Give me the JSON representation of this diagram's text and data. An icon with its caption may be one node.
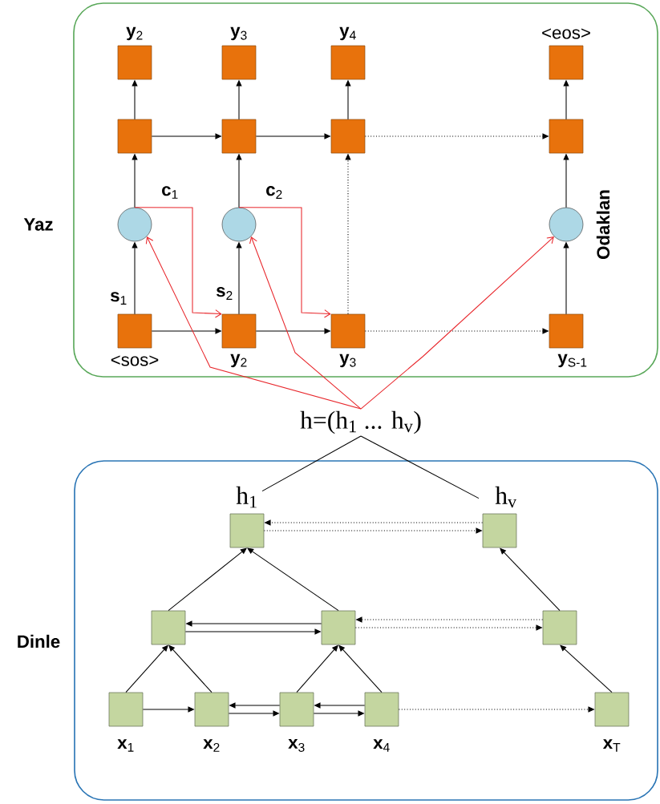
{
  "diagram": {
    "nodes": [
      {
        "text": [
          "Yaz"
        ]
      },
      {
        "text": [
          "Dinle"
        ]
      },
      {
        "text": [
          "**y**$_{2}$"
        ],
        "in": 0
      },
      {
        "text": [
          "**y**$_{3}$"
        ],
        "in": 0
      },
      {
        "text": [
          "**y**$_{4}$"
        ],
        "in": 0
      },
      {
        "text": [
          "<eos>"
        ],
        "in": 0
      },
      {
        "text": [],
        "shape": "box",
        "in": 0
      },
      {
        "text": [],
        "shape": "box",
        "in": 0
      },
      {
        "text": [],
        "shape": "box",
        "in": 0
      },
      {
        "text": [],
        "shape": "box",
        "in": 0
      },
      {
        "text": [],
        "shape": "circle",
        "in": 0
      },
      {
        "text": [],
        "shape": "circle",
        "in": 0
      },
      {
        "text": [],
        "shape": "circle",
        "in": 0
      },
      {
        "text": [
          "<sos>"
        ],
        "in": 0
      },
      {
        "text": [
          "**y**$_{2}$"
        ],
        "in": 0
      },
      {
        "text": [
          "**y**$_{3}$"
        ],
        "in": 0
      },
      {
        "text": [
          "**y**$_{S-1}$"
        ],
        "in": 0
      },
      {
        "text": [
          "h=(h$_{1}$ ... h$_{v}$)"
        ]
      },
      {
        "text": [
          "h$_{1}$"
        ],
        "in": 1
      },
      {
        "text": [
          "h$_{v}$"
        ],
        "in": 1
      },
      {
        "text": [],
        "shape": "box",
        "in": 1
      },
      {
        "text": [],
        "shape": "box",
        "in": 1
      },
      {
        "text": [],
        "shape": "box",
        "in": 1
      },
      {
        "text": [
          "**x**$_{1}$"
        ],
        "in": 1
      },
      {
        "text": [
          "**x**$_{2}$"
        ],
        "in": 1
      },
      {
        "text": [
          "**x**$_{3}$"
        ],
        "in": 1
      },
      {
        "text": [
          "**x**$_{4}$"
        ],
        "in": 1
      },
      {
        "text": [
          "**x**$_{T}$"
        ],
        "in": 1
      }
    ],
    "edges": [
      {
        "from": 6,
        "to": 2,
        "arrow": "to"
      },
      {
        "from": 7,
        "to": 3,
        "arrow": "to"
      },
      {
        "from": 8,
        "to": 4,
        "arrow": "to"
      },
      {
        "from": 9,
        "to": 5,
        "arrow": "to"
      },
      {
        "from": 6,
        "to": 7,
        "arrow": "to"
      },
      {
        "from": 7,
        "to": 8,
        "arrow": "to"
      },
      {
        "from": 8,
        "to": 9,
        "arrow": "to",
        "style": "dashed"
      },
      {
        "from": 10,
        "to": 6,
        "arrow": "to"
      },
      {
        "from": 11,
        "to": 7,
        "arrow": "to"
      },
      {
        "from": 12,
        "to": 9,
        "arrow": "to"
      },
      {
        "from": 15,
        "to": 8,
        "arrow": "to",
        "style": "dashed"
      },
      {
        "from": 13,
        "to": 10,
        "arrow": "to",
        "label": "**s**$_{1}$"
      },
      {
        "from": 14,
        "to": 11,
        "arrow": "to",
        "label": "**s**$_{2}$"
      },
      {
        "from": 16,
        "to": 12,
        "arrow": "to"
      },
      {
        "from": 13,
        "to": 14,
        "arrow": "to"
      },
      {
        "from": 14,
        "to": 15,
        "arrow": "to"
      },
      {
        "from": 15,
        "to": 16,
        "arrow": "to",
        "style": "dashed"
      },
      {
        "from": 10,
        "to": 14,
        "arrow": "to",
        "color": "#e8262b",
        "label": "**c**$_{1}$"
      },
      {
        "from": 11,
        "to": 15,
        "arrow": "to",
        "color": "#e8262b",
        "label": "**c**$_{2}$"
      },
      {
        "from": 17,
        "to": 10,
        "arrow": "to",
        "color": "#e8262b"
      },
      {
        "from": 17,
        "to": 11,
        "arrow": "to",
        "color": "#e8262b"
      },
      {
        "from": 17,
        "to": 12,
        "arrow": "to",
        "color": "#e8262b"
      },
      {
        "from": 17,
        "to": 18,
        "arrow": "none"
      },
      {
        "from": 17,
        "to": 19,
        "arrow": "none"
      },
      {
        "from": 19,
        "to": 18,
        "arrow": "to",
        "style": "dashed"
      },
      {
        "from": 18,
        "to": 19,
        "arrow": "to",
        "style": "dashed"
      },
      {
        "from": 20,
        "to": 18,
        "arrow": "to"
      },
      {
        "from": 21,
        "to": 18,
        "arrow": "to"
      },
      {
        "from": 22,
        "to": 19,
        "arrow": "to"
      },
      {
        "from": 21,
        "to": 20,
        "arrow": "to"
      },
      {
        "from": 20,
        "to": 21,
        "arrow": "to"
      },
      {
        "from": 22,
        "to": 21,
        "arrow": "to",
        "style": "dashed"
      },
      {
        "from": 21,
        "to": 22,
        "arrow": "to",
        "style": "dashed"
      },
      {
        "from": 23,
        "to": 20,
        "arrow": "to"
      },
      {
        "from": 24,
        "to": 20,
        "arrow": "to"
      },
      {
        "from": 25,
        "to": 21,
        "arrow": "to"
      },
      {
        "from": 26,
        "to": 21,
        "arrow": "to"
      },
      {
        "from": 27,
        "to": 22,
        "arrow": "to"
      },
      {
        "from": 23,
        "to": 24,
        "arrow": "to"
      },
      {
        "from": 25,
        "to": 24,
        "arrow": "to"
      },
      {
        "from": 24,
        "to": 25,
        "arrow": "to"
      },
      {
        "from": 26,
        "to": 25,
        "arrow": "to"
      },
      {
        "from": 25,
        "to": 26,
        "arrow": "to"
      },
      {
        "from": 26,
        "to": 27,
        "arrow": "to",
        "style": "dashed"
      }
    ],
    "labels": [
      "Odaklan"
    ]
  }
}
